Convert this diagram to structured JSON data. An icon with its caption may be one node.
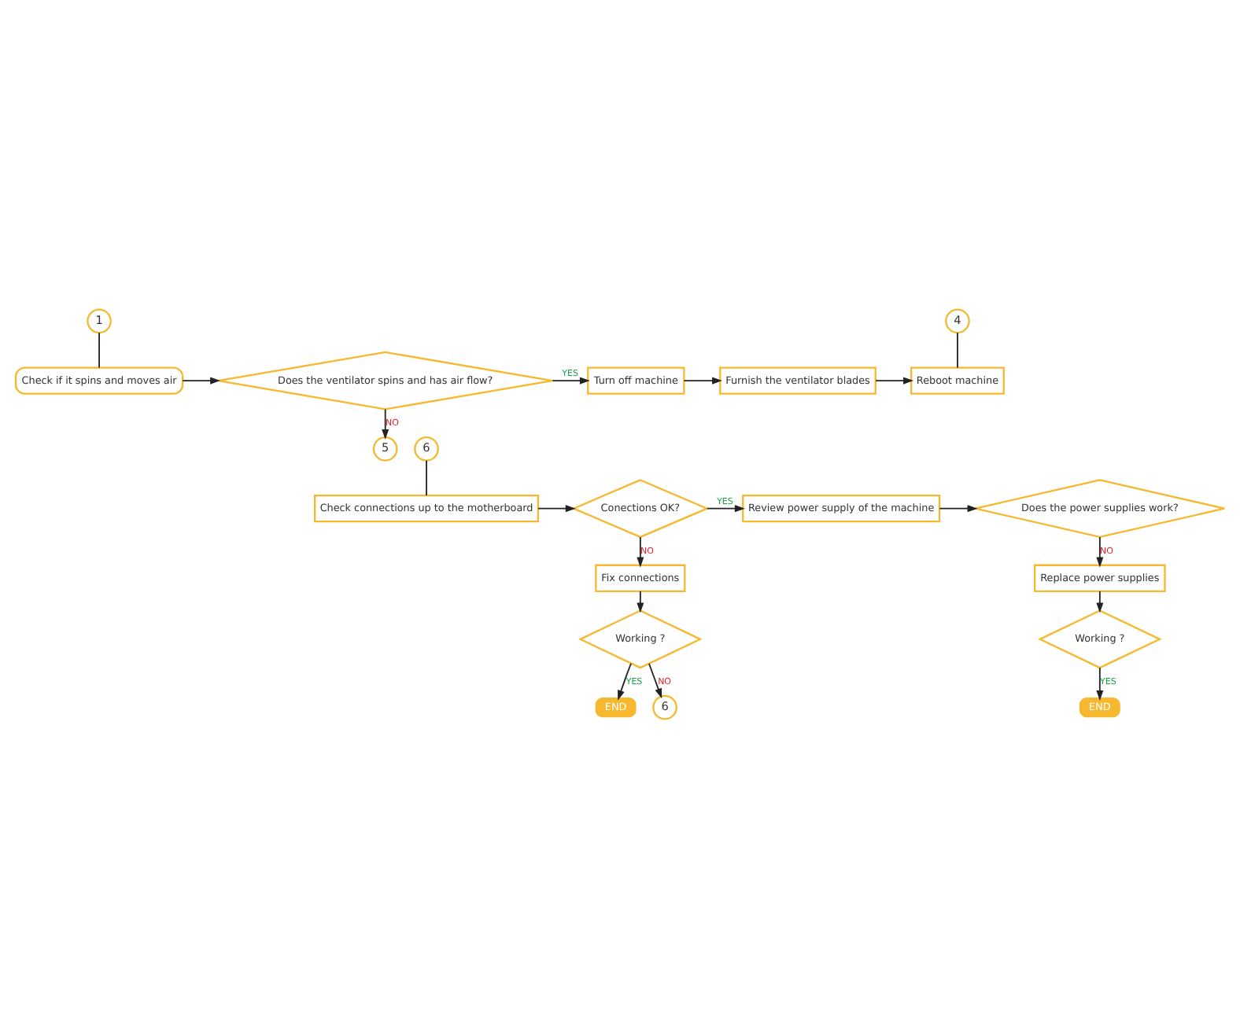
{
  "diagram": {
    "nodes": [
      {
        "text": [
          "1"
        ]
      },
      {
        "text": [
          "Check if it spins and moves air"
        ]
      },
      {
        "text": [
          "Does the ventilator spins and has air flow?"
        ]
      },
      {
        "text": [
          "Turn off machine"
        ]
      },
      {
        "text": [
          "Furnish the ventilator blades"
        ]
      },
      {
        "text": [
          "Reboot machine"
        ]
      },
      {
        "text": [
          "4"
        ]
      },
      {
        "text": [
          "5"
        ]
      },
      {
        "text": [
          "6"
        ]
      },
      {
        "text": [
          "Check connections up to the motherboard"
        ]
      },
      {
        "text": [
          "Conections OK?"
        ]
      },
      {
        "text": [
          "Review power supply of the machine"
        ]
      },
      {
        "text": [
          "Does the power supplies work?"
        ]
      },
      {
        "text": [
          "Fix connections"
        ]
      },
      {
        "text": [
          "Working ?"
        ]
      },
      {
        "text": [
          "END"
        ]
      },
      {
        "text": [
          "6"
        ]
      },
      {
        "text": [
          "Replace power supplies"
        ]
      },
      {
        "text": [
          "Working ?"
        ]
      },
      {
        "text": [
          "END"
        ]
      }
    ],
    "edges": [
      {
        "from": 0,
        "to": 1,
        "arrow": "none"
      },
      {
        "from": 1,
        "to": 2,
        "arrow": "to"
      },
      {
        "from": 2,
        "to": 3,
        "arrow": "to",
        "label": "YES"
      },
      {
        "from": 3,
        "to": 4,
        "arrow": "to"
      },
      {
        "from": 4,
        "to": 5,
        "arrow": "to"
      },
      {
        "from": 6,
        "to": 5,
        "arrow": "none"
      },
      {
        "from": 2,
        "to": 7,
        "arrow": "to",
        "label": "NO"
      },
      {
        "from": 8,
        "to": 9,
        "arrow": "none"
      },
      {
        "from": 9,
        "to": 10,
        "arrow": "to"
      },
      {
        "from": 10,
        "to": 11,
        "arrow": "to",
        "label": "YES"
      },
      {
        "from": 11,
        "to": 12,
        "arrow": "to"
      },
      {
        "from": 10,
        "to": 13,
        "arrow": "to",
        "label": "NO"
      },
      {
        "from": 13,
        "to": 14,
        "arrow": "to"
      },
      {
        "from": 14,
        "to": 15,
        "arrow": "to",
        "label": "YES"
      },
      {
        "from": 14,
        "to": 16,
        "arrow": "to",
        "label": "NO"
      },
      {
        "from": 12,
        "to": 17,
        "arrow": "to",
        "label": "NO"
      },
      {
        "from": 17,
        "to": 18,
        "arrow": "to"
      },
      {
        "from": 18,
        "to": 19,
        "arrow": "to",
        "label": "YES"
      }
    ]
  }
}
